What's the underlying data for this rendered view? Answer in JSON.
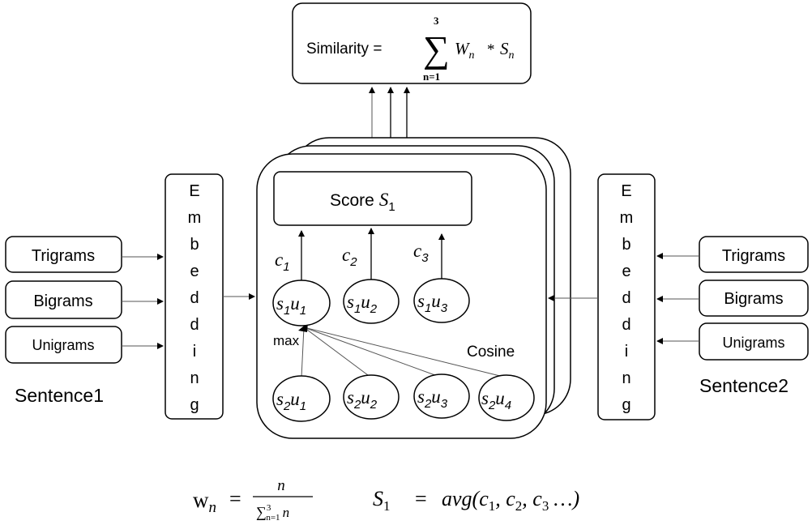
{
  "formula": {
    "lhs": "Similarity =",
    "sum_top": "3",
    "sum_bottom": "n=1",
    "term_w": "W",
    "term_w_sub": "n",
    "times": "*",
    "term_s": "S",
    "term_s_sub": "n"
  },
  "score": {
    "label": "Score",
    "var": "S",
    "sub": "1"
  },
  "embedding_letters": [
    "E",
    "m",
    "b",
    "e",
    "d",
    "d",
    "i",
    "n",
    "g"
  ],
  "left_inputs": [
    "Trigrams",
    "Bigrams",
    "Unigrams"
  ],
  "right_inputs": [
    "Trigrams",
    "Bigrams",
    "Unigrams"
  ],
  "sentence1": "Sentence1",
  "sentence2": "Sentence2",
  "c_labels": [
    {
      "var": "c",
      "sub": "1"
    },
    {
      "var": "c",
      "sub": "2"
    },
    {
      "var": "c",
      "sub": "3"
    }
  ],
  "top_nodes": [
    {
      "a": "s",
      "a_sub": "1",
      "b": "u",
      "b_sub": "1"
    },
    {
      "a": "s",
      "a_sub": "1",
      "b": "u",
      "b_sub": "2"
    },
    {
      "a": "s",
      "a_sub": "1",
      "b": "u",
      "b_sub": "3"
    }
  ],
  "bottom_nodes": [
    {
      "a": "s",
      "a_sub": "2",
      "b": "u",
      "b_sub": "1"
    },
    {
      "a": "s",
      "a_sub": "2",
      "b": "u",
      "b_sub": "2"
    },
    {
      "a": "s",
      "a_sub": "2",
      "b": "u",
      "b_sub": "3"
    },
    {
      "a": "s",
      "a_sub": "2",
      "b": "u",
      "b_sub": "4"
    }
  ],
  "max_label": "max",
  "cosine_label": "Cosine",
  "bottom_formula_w": {
    "lhs": "w",
    "lhs_sub": "n",
    "eq": "=",
    "numerator": "n",
    "denominator": "∑",
    "den_top": "3",
    "den_bottom": "n=1",
    "den_var": "n"
  },
  "bottom_formula_s": {
    "lhs": "S",
    "lhs_sub": "1",
    "eq": "=",
    "rhs": "avg(c",
    "parts": [
      "1",
      "2",
      "3"
    ],
    "tail": "…)"
  }
}
